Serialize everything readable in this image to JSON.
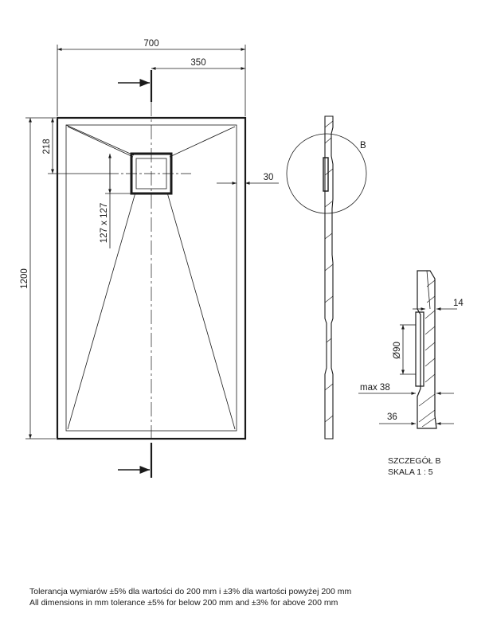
{
  "dimensions": {
    "total_width": "700",
    "half_width": "350",
    "drain_offset": "218",
    "total_length": "1200",
    "drain_size": "127 x 127",
    "rim_width": "30"
  },
  "detail": {
    "callout_letter": "B",
    "thickness_top": "14",
    "drain_diameter": "Ø90",
    "max_height": "max 38",
    "base_thickness": "36",
    "title": "SZCZEGÓŁ B",
    "scale": "SKALA 1 : 5"
  },
  "footer": {
    "line_pl": "Tolerancja wymiarów ±5% dla wartości do 200 mm i ±3% dla wartości powyżej 200 mm",
    "line_en": "All dimensions in mm tolerance ±5% for below 200 mm and ±3% for above 200 mm"
  }
}
